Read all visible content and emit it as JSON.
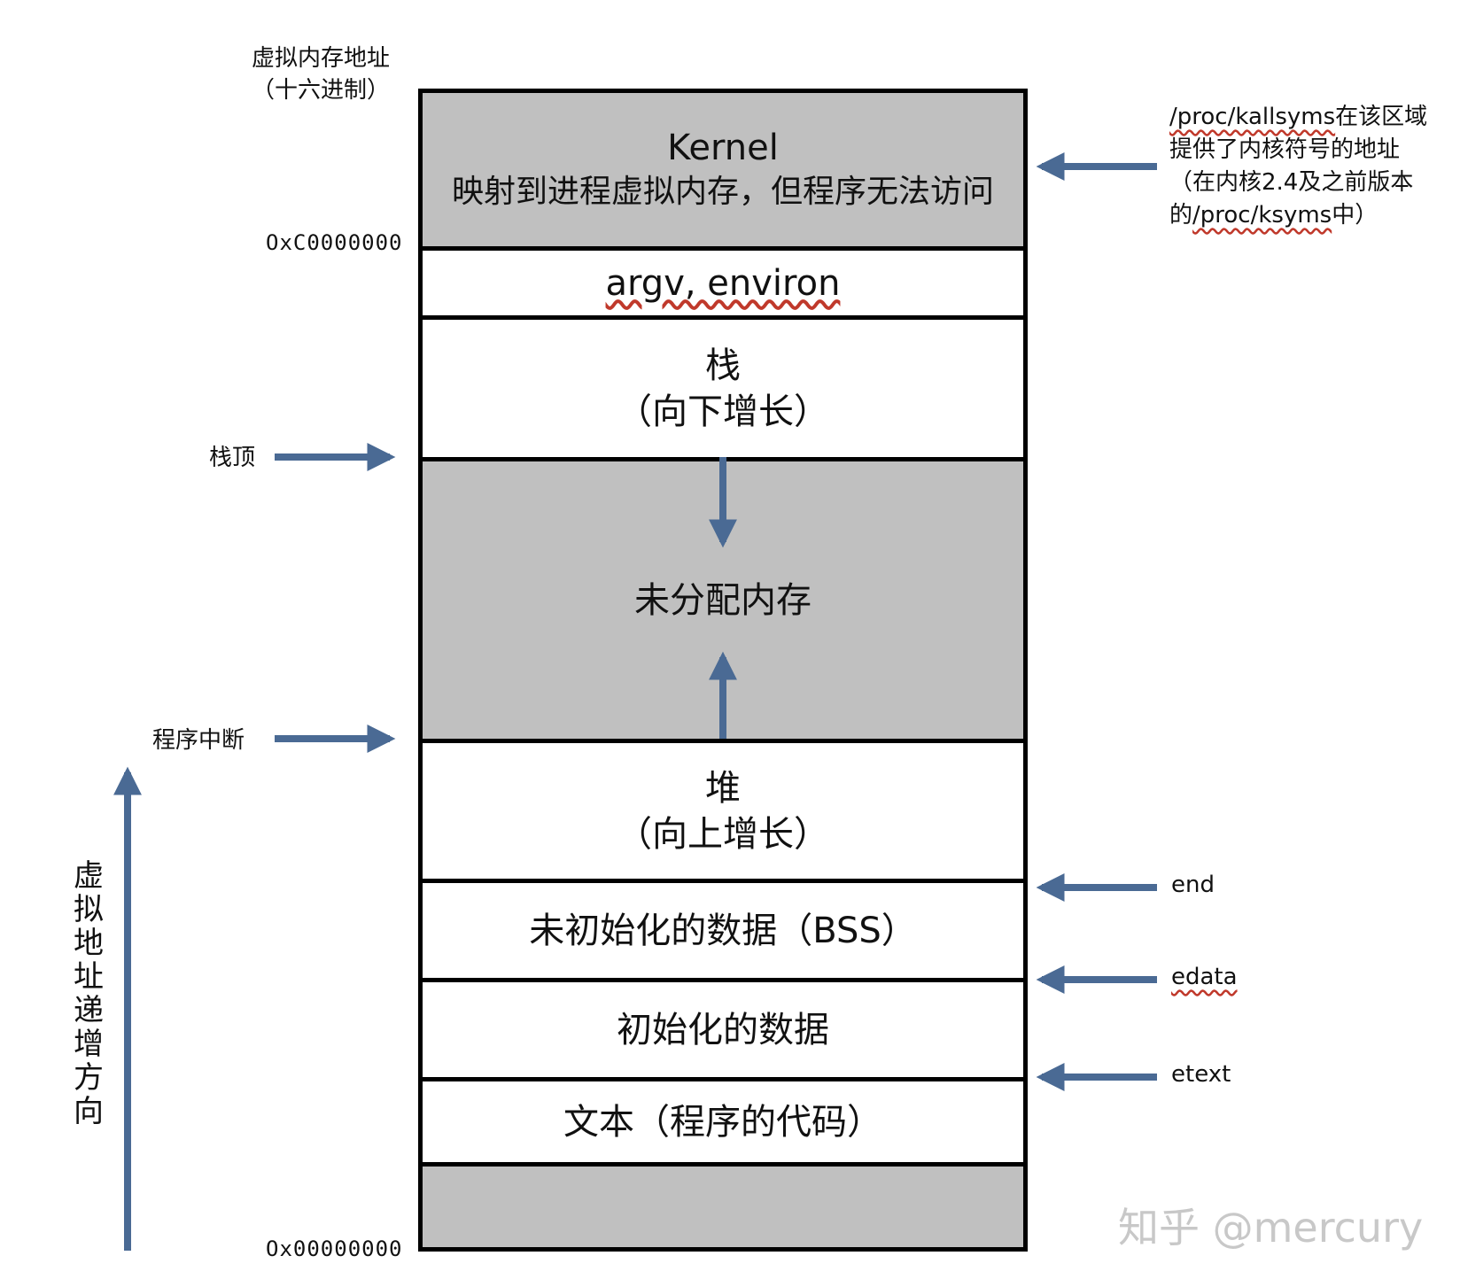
{
  "header": {
    "vaddr_line1": "虚拟内存地址",
    "vaddr_line2": "（十六进制）"
  },
  "addresses": {
    "top": "OxC0000000",
    "bottom": "Ox00000000"
  },
  "segments": {
    "kernel_title": "Kernel",
    "kernel_desc": "映射到进程虚拟内存，但程序无法访问",
    "args": "argv, environ",
    "stack_title": "栈",
    "stack_sub": "（向下增长）",
    "unalloc": "未分配内存",
    "heap_title": "堆",
    "heap_sub": "（向上增长）",
    "bss": "未初始化的数据（BSS）",
    "data": "初始化的数据",
    "text": "文本（程序的代码）"
  },
  "left_labels": {
    "stack_top": "栈顶",
    "program_break": "程序中断",
    "direction": "虚拟地址递增方向"
  },
  "right_labels": {
    "kallsyms_prefix": "/proc/kallsyms",
    "kallsyms_rest": "在该区域提供了内核符号的地址（在内核2.4及之前版本的",
    "ksyms": "/proc/ksyms",
    "ksyms_suffix": "中）",
    "end": "end",
    "edata": "edata",
    "etext": "etext"
  },
  "watermark": "知乎 @mercury",
  "colors": {
    "arrow": "#4a6a94",
    "segment_gray": "#c0c0c0",
    "border": "#000000"
  }
}
